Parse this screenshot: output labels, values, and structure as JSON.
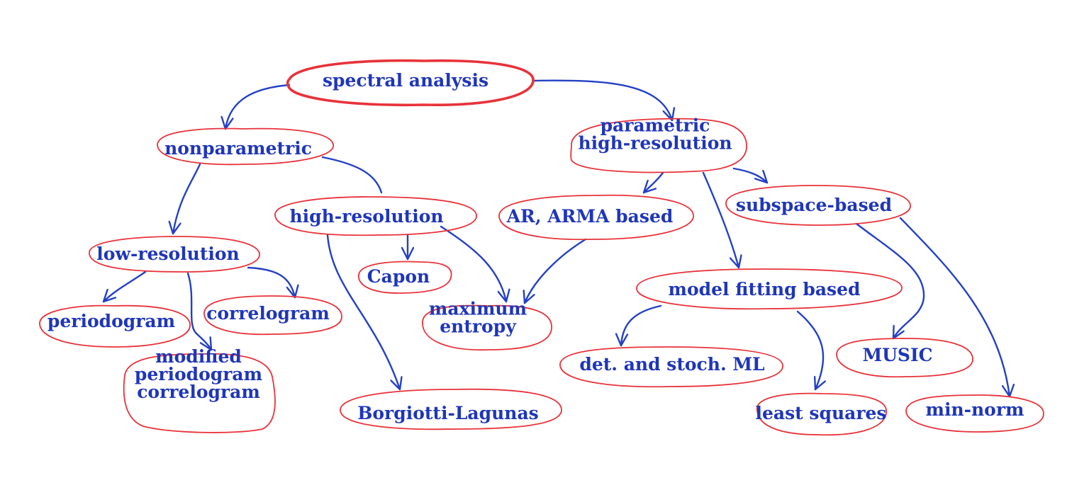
{
  "colors": {
    "outline": "#e8323a",
    "text": "#1f36b8",
    "arrow": "#2440c4"
  },
  "nodes": {
    "spectral_analysis": [
      "spectral  analysis"
    ],
    "nonparametric": [
      "nonparametric"
    ],
    "parametric": [
      "parametric",
      "high-resolution"
    ],
    "low_resolution": [
      "low-resolution"
    ],
    "high_resolution": [
      "high-resolution"
    ],
    "ar_arma": [
      "AR, ARMA based"
    ],
    "subspace": [
      "subspace-based"
    ],
    "periodogram": [
      "periodogram"
    ],
    "correlogram": [
      "correlogram"
    ],
    "modified": [
      "modified",
      "periodogram",
      "correlogram"
    ],
    "capon": [
      "Capon"
    ],
    "maximum_entropy": [
      "maximum",
      "entropy"
    ],
    "borgiotti": [
      "Borgiotti-Lagunas"
    ],
    "model_fitting": [
      "model fitting  based"
    ],
    "det_stoch_ml": [
      "det. and stoch. ML"
    ],
    "least_squares": [
      "least squares"
    ],
    "music": [
      "MUSIC"
    ],
    "min_norm": [
      "min-norm"
    ]
  }
}
